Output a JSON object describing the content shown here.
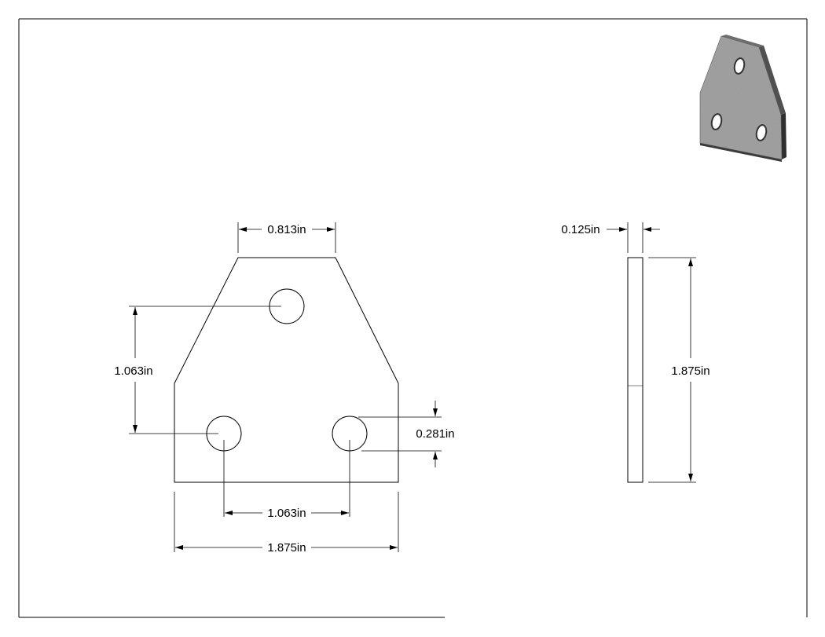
{
  "dimensions": {
    "top_width": "0.813in",
    "hole_vertical": "1.063in",
    "hole_offset": "0.281in",
    "hole_spacing": "1.063in",
    "overall_width": "1.875in",
    "thickness": "0.125in",
    "overall_height": "1.875in"
  },
  "colors": {
    "line": "#000000",
    "plate_face": "#9a9a9a",
    "plate_top": "#7d7d7d",
    "plate_side": "#3a3a3a"
  }
}
